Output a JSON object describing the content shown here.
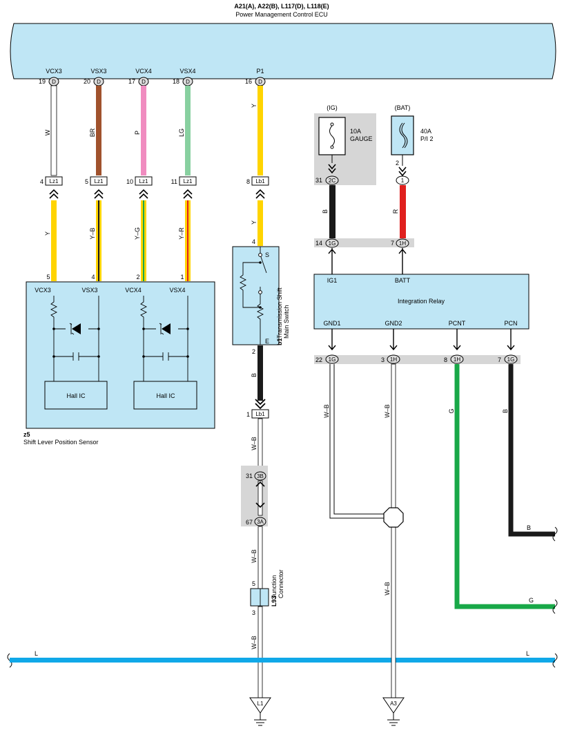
{
  "ecu": {
    "codes": "A21(A), A22(B), L117(D), L118(E)",
    "name": "Power Management Control ECU",
    "terminals": [
      {
        "pin": "19",
        "conn": "D",
        "signal": "VCX3"
      },
      {
        "pin": "20",
        "conn": "D",
        "signal": "VSX3"
      },
      {
        "pin": "17",
        "conn": "D",
        "signal": "VCX4"
      },
      {
        "pin": "18",
        "conn": "D",
        "signal": "VSX4"
      },
      {
        "pin": "16",
        "conn": "D",
        "signal": "P1"
      }
    ]
  },
  "wire_colors": {
    "W": "#ffffff",
    "BR": "#a0522d",
    "P": "#f08cc0",
    "LG": "#88d0a0",
    "Y": "#ffd400",
    "B": "#1a1a1a",
    "R": "#e0201e",
    "G": "#18a848",
    "L": "#10a8e8",
    "W-B": "#ffffff",
    "component_fill": "#bfe6f5",
    "junction_fill": "#d6d6d6"
  },
  "upper_wires": [
    "W",
    "BR",
    "P",
    "LG",
    "Y"
  ],
  "lz1_connectors": [
    {
      "pin": "4",
      "name": "Lz1"
    },
    {
      "pin": "5",
      "name": "Lz1"
    },
    {
      "pin": "10",
      "name": "Lz1"
    },
    {
      "pin": "11",
      "name": "Lz1"
    }
  ],
  "lb1_top": {
    "pin": "8",
    "name": "Lb1"
  },
  "lower_wires": [
    "Y",
    "Y–B",
    "Y–G",
    "Y–R",
    "Y"
  ],
  "sensor": {
    "id": "z5",
    "name": "Shift Lever Position Sensor",
    "pins": [
      "5",
      "4",
      "2",
      "1"
    ],
    "terminals": [
      "VCX3",
      "VSX3",
      "VCX4",
      "VSX4"
    ],
    "hall_ic": [
      "Hall IC",
      "Hall IC"
    ]
  },
  "switch": {
    "id": "b1",
    "name_line1": "Transmission Shift",
    "name_line2": "Main Switch",
    "pin_top": "4",
    "pin_bottom": "2",
    "label_s": "S",
    "label_e": "E"
  },
  "switch_ground": {
    "wire": "B",
    "conn_pin": "1",
    "conn_name": "Lb1",
    "wire_below": "W–B"
  },
  "junction_3b": {
    "pin": "31",
    "name": "3B"
  },
  "junction_3a": {
    "pin": "67",
    "name": "3A"
  },
  "junction_connector": {
    "id": "L93",
    "name_line1": "Junction",
    "name_line2": "Connector",
    "pin_top": "5",
    "pin_bottom": "3",
    "wire_above": "W–B",
    "wire_below": "W–B"
  },
  "ground_l1": "L1",
  "ground_a3": "A3",
  "fuse_ig": {
    "source": "(IG)",
    "rating": "10A",
    "name": "GAUGE",
    "pin": "31",
    "conn": "2C",
    "wire": "B"
  },
  "fuse_bat": {
    "source": "(BAT)",
    "rating": "40A",
    "name": "P/I 2",
    "pin_upper": "2",
    "pin": "1",
    "wire": "R"
  },
  "relay": {
    "name": "Integration Relay",
    "in_terminals": [
      {
        "pin": "14",
        "conn": "1G",
        "signal": "IG1"
      },
      {
        "pin": "7",
        "conn": "1H",
        "signal": "BATT"
      }
    ],
    "out_terminals": [
      {
        "pin": "22",
        "conn": "1G",
        "signal": "GND1",
        "wire": "W–B"
      },
      {
        "pin": "3",
        "conn": "1H",
        "signal": "GND2",
        "wire": "W–B"
      },
      {
        "pin": "8",
        "conn": "1H",
        "signal": "PCNT",
        "wire": "G"
      },
      {
        "pin": "7",
        "conn": "1G",
        "signal": "PCN",
        "wire": "B"
      }
    ]
  },
  "right_wires": {
    "b_end": "B",
    "g_end": "G"
  },
  "bus_line": {
    "left": "L",
    "right": "L"
  }
}
